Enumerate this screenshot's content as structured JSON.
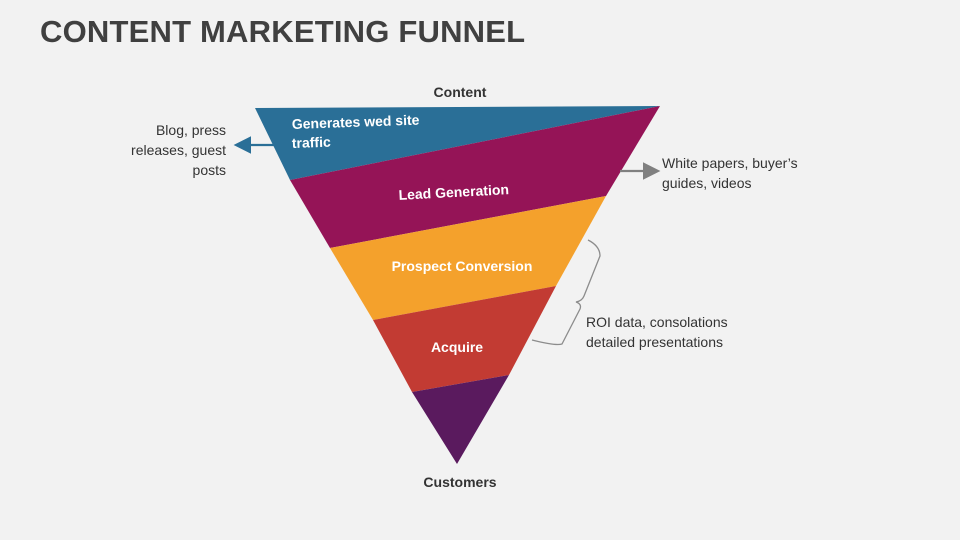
{
  "title": "CONTENT MARKETING FUNNEL",
  "labels": {
    "top": "Content",
    "bottom": "Customers"
  },
  "layers": [
    {
      "id": "traffic",
      "label_line1": "Generates wed site",
      "label_line2": "traffic",
      "color": "#2a6f97"
    },
    {
      "id": "lead",
      "label": "Lead Generation",
      "color": "#951457"
    },
    {
      "id": "prospect",
      "label": "Prospect Conversion",
      "color": "#f4a12c"
    },
    {
      "id": "acquire",
      "label": "Acquire",
      "color": "#c23b33"
    },
    {
      "id": "customers",
      "color": "#5a1a5e"
    }
  ],
  "notes": {
    "left": "Blog, press releases, guest posts",
    "right": "White papers, buyer’s guides, videos",
    "bracket": "ROI data, consolations detailed presentations"
  },
  "colors": {
    "left_arrow": "#2a6f97",
    "right_arrow": "#808080",
    "bracket": "#8c8c8c"
  }
}
